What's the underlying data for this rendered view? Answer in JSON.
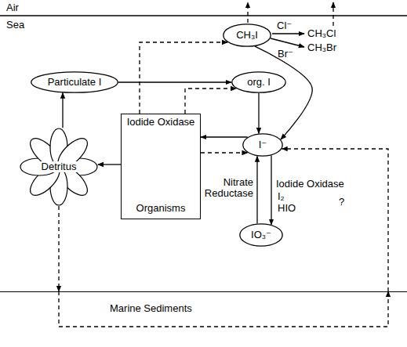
{
  "diagram": {
    "nodes": [
      {
        "text": [
          "CH₃I"
        ]
      },
      {
        "text": [
          "Particulate I"
        ]
      },
      {
        "text": [
          "org. I"
        ]
      },
      {
        "text": [
          "Organisms"
        ]
      },
      {
        "text": [
          "I⁻"
        ]
      },
      {
        "text": [
          "Detritus"
        ]
      },
      {
        "text": [
          "IO₃⁻"
        ]
      },
      {
        "text": [
          "Marine Sediments"
        ]
      }
    ],
    "edges": [
      {
        "from": 1,
        "to": 2,
        "arrow": "to"
      },
      {
        "from": 3,
        "to": 0,
        "arrow": "to"
      },
      {
        "from": 3,
        "to": 2,
        "arrow": "to"
      },
      {
        "from": 0,
        "to": 4,
        "arrow": "to"
      },
      {
        "from": 2,
        "to": 4,
        "arrow": "to"
      },
      {
        "from": 4,
        "to": 3,
        "arrow": "to"
      },
      {
        "from": 3,
        "to": 4,
        "arrow": "to"
      },
      {
        "from": 4,
        "to": 6,
        "arrow": "to"
      },
      {
        "from": 6,
        "to": 4,
        "arrow": "to"
      },
      {
        "from": 3,
        "to": 5,
        "arrow": "to"
      },
      {
        "from": 5,
        "to": 1,
        "arrow": "to"
      },
      {
        "from": 5,
        "to": 7,
        "arrow": "to"
      },
      {
        "from": 7,
        "to": 4,
        "arrow": "to"
      }
    ],
    "labels": [
      "Air",
      "Sea",
      "Cl⁻",
      "CH₃Cl",
      "Br⁻",
      "CH₃Br",
      "Iodide Oxidase",
      "Nitrate Reductase",
      "Iodide Oxidase",
      "I₂",
      "HIO",
      "?"
    ]
  }
}
